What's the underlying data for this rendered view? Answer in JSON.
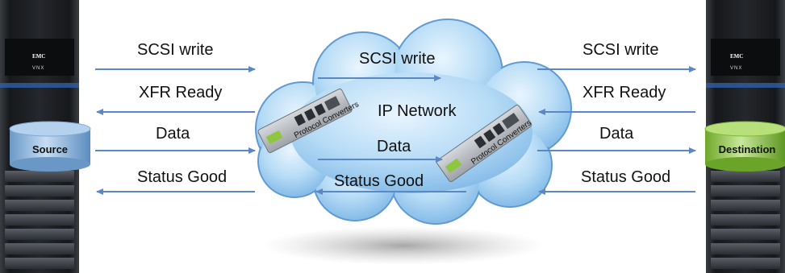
{
  "storage": {
    "brand": "EMC",
    "model": "VNX",
    "source_label": "Source",
    "destination_label": "Destination"
  },
  "network": {
    "label": "IP Network",
    "converter_label": "Protocol Converters"
  },
  "messages": {
    "scsi_write": "SCSI write",
    "xfr_ready": "XFR Ready",
    "data": "Data",
    "status_good": "Status Good"
  },
  "colors": {
    "arrow": "#5b87c5",
    "source_cylinder": "#8fb8e0",
    "destination_cylinder": "#8ec63f",
    "cloud": "#a9d4f3"
  }
}
